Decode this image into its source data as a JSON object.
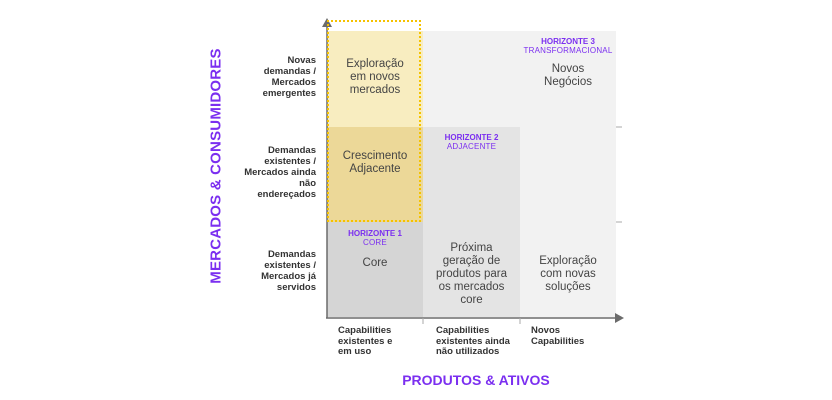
{
  "axes": {
    "y_title": "MERCADOS & CONSUMIDORES",
    "x_title": "PRODUTOS & ATIVOS"
  },
  "rows": [
    "Novas\ndemandas /\nMercados\nemergentes",
    "Demandas\nexistentes /\nMercados ainda\nnão\nendereçados",
    "Demandas\nexistentes /\nMercados já\nservidos"
  ],
  "columns": [
    "Capabilities\nexistentes e\nem uso",
    "Capabilities\nexistentes ainda\nnão utilizados",
    "Novos\nCapabilities"
  ],
  "horizons": {
    "h1": {
      "name": "HORIZONTE 1",
      "sub": "CORE"
    },
    "h2": {
      "name": "HORIZONTE 2",
      "sub": "ADJACENTE"
    },
    "h3": {
      "name": "HORIZONTE 3",
      "sub": "TRANSFORMACIONAL"
    }
  },
  "cells": {
    "exploracao_novos_mercados": "Exploração\nem novos\nmercados",
    "novos_negocios": "Novos\nNegócios",
    "crescimento_adjacente": "Crescimento\nAdjacente",
    "core": "Core",
    "proxima_geracao": "Próxima\ngeração de\nprodutos para\nos mercados\ncore",
    "exploracao_novas_solucoes": "Exploração\ncom novas\nsoluções"
  },
  "colors": {
    "accent": "#7b2ff0",
    "highlight_border": "#f5c200",
    "yellow_light": "#f8edc0",
    "yellow_mid": "#ecd898",
    "gray_light": "#f2f2f2",
    "gray_mid": "#e4e4e4",
    "gray_dark": "#d5d5d5"
  }
}
